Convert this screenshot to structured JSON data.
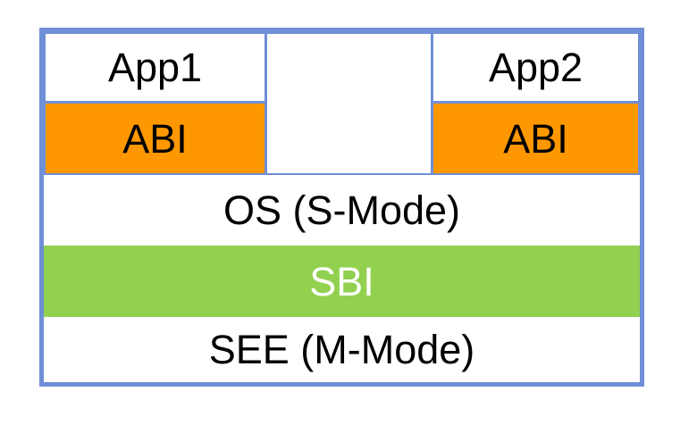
{
  "diagram": {
    "app1": "App1",
    "app2": "App2",
    "abi_left": "ABI",
    "abi_right": "ABI",
    "os": "OS (S-Mode)",
    "sbi": "SBI",
    "see": "SEE (M-Mode)"
  },
  "colors": {
    "border": "#6f8fd6",
    "abi": "#ff9800",
    "sbi": "#92d050",
    "sbi_text": "#ffffff"
  }
}
